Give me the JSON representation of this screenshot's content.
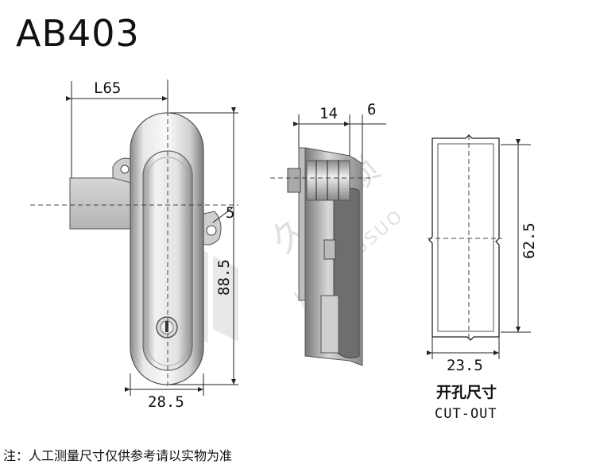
{
  "title": "AB403",
  "dimensions": {
    "length": "L65",
    "hole_offset": "5",
    "height": "88.5",
    "width": "28.5",
    "side_depth": "14",
    "side_plate": "6",
    "cutout_height": "62.5",
    "cutout_width": "23.5"
  },
  "cutout_caption": {
    "chinese": "开孔尺寸",
    "english": "CUT-OUT"
  },
  "watermark": {
    "chinese": "久 江 锁",
    "latin": "JIUJIANGSUO"
  },
  "footnote": "注：人工测量尺寸仅供参考请以实物为准",
  "colors": {
    "metal_light": "#f4f4f4",
    "metal_mid": "#c8c8c8",
    "metal_dark": "#7a7a7a",
    "line": "#222222"
  }
}
